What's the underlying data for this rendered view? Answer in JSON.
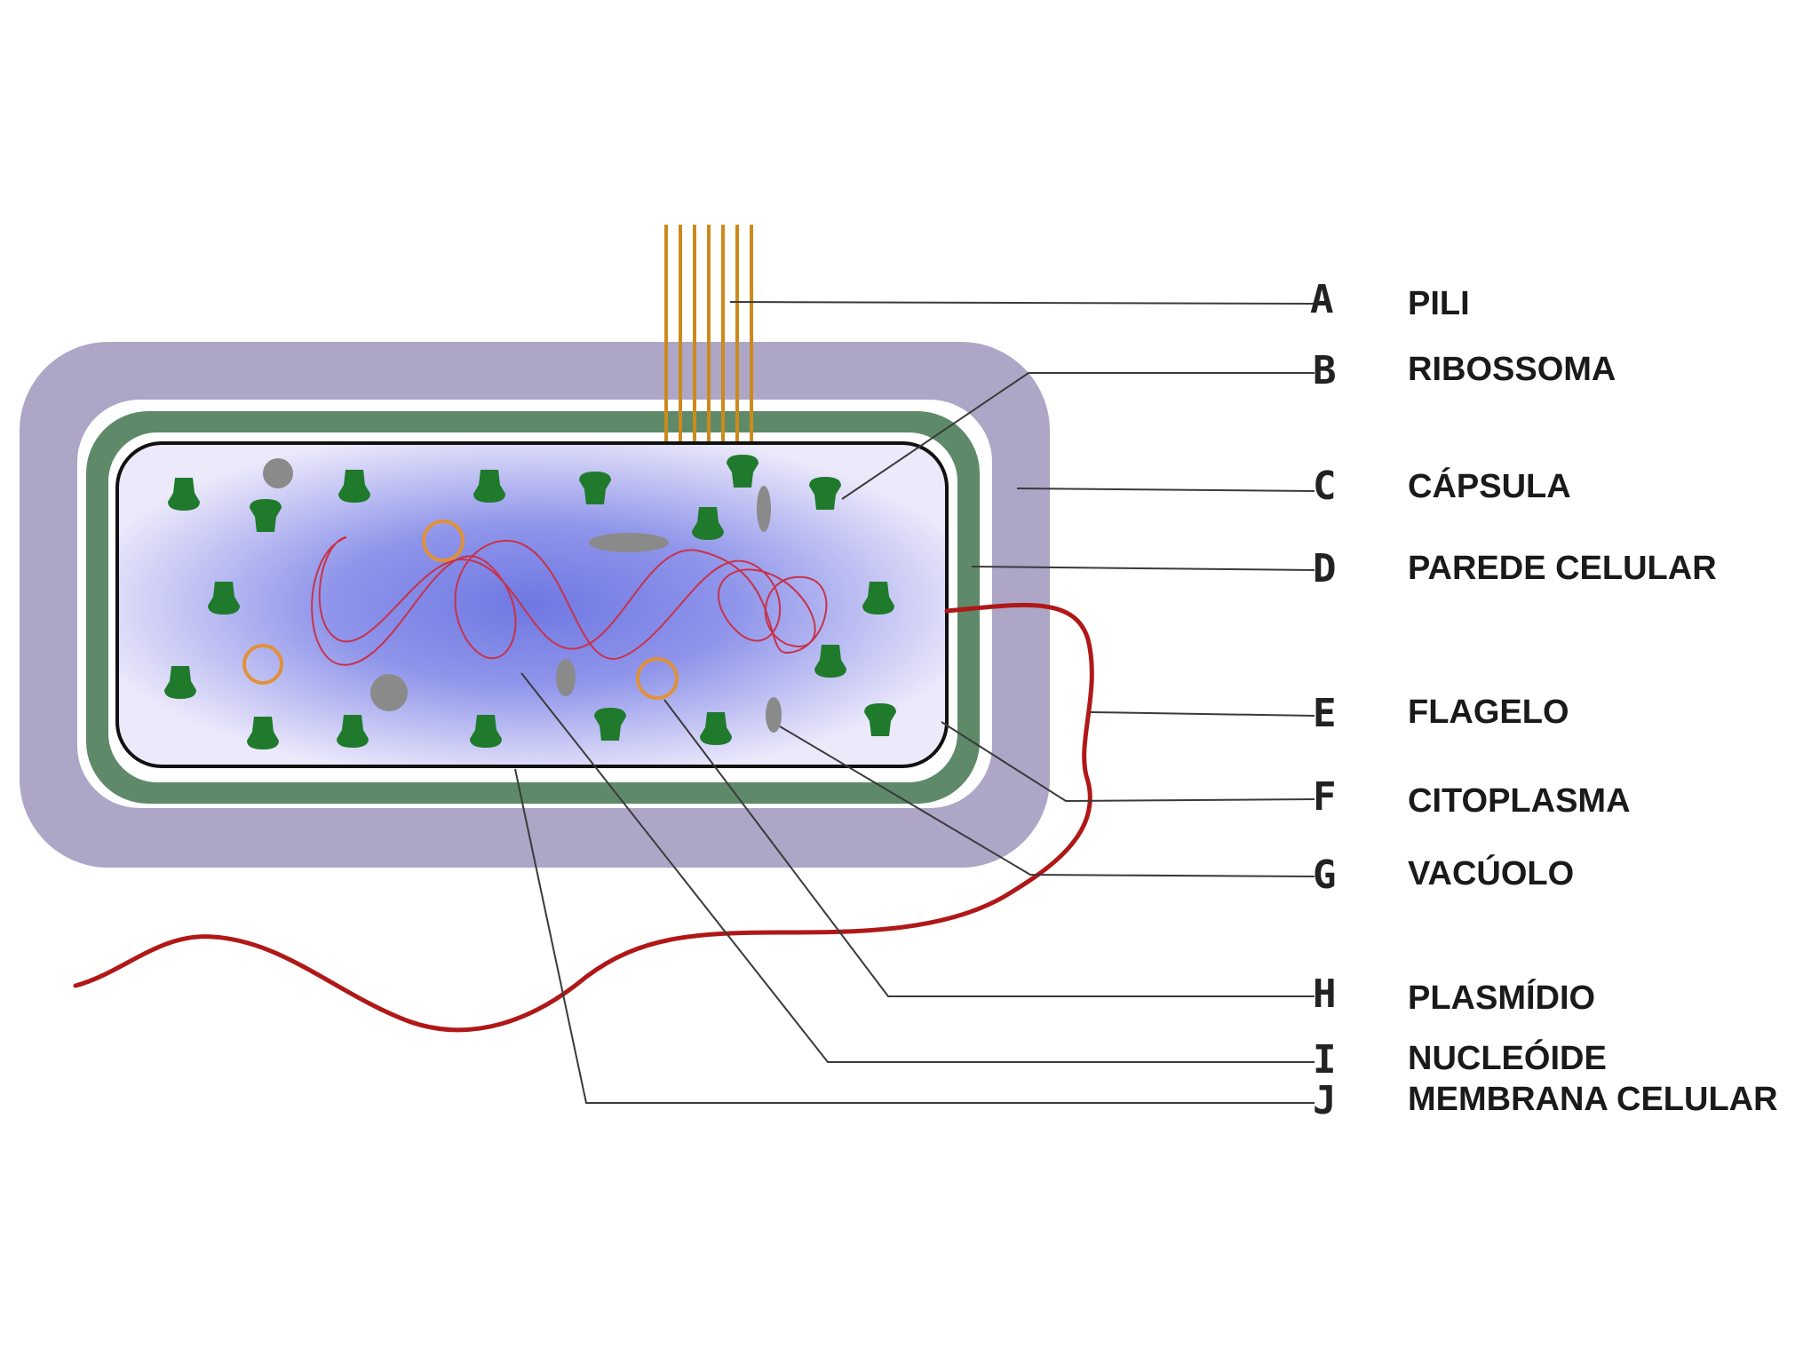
{
  "labels": [
    {
      "letter": "A",
      "name": "PILI"
    },
    {
      "letter": "B",
      "name": "RIBOSSOMA"
    },
    {
      "letter": "C",
      "name": "CÁPSULA"
    },
    {
      "letter": "D",
      "name": "PAREDE CELULAR"
    },
    {
      "letter": "E",
      "name": "FLAGELO"
    },
    {
      "letter": "F",
      "name": "CITOPLASMA"
    },
    {
      "letter": "G",
      "name": "VACÚOLO"
    },
    {
      "letter": "H",
      "name": "PLASMÍDIO"
    },
    {
      "letter": "I",
      "name": "NUCLEÓIDE"
    },
    {
      "letter": "J",
      "name": "MEMBRANA CELULAR"
    }
  ],
  "colors": {
    "capsule": "#ada6c7",
    "cell_wall": "#5e8a69",
    "membrane": "#111111",
    "cytoplasm_center": "#6f78e3",
    "cytoplasm_edge": "#ece9fb",
    "ribosome": "#1f7a2c",
    "vacuole": "#8a8a8a",
    "plasmid": "#e0913a",
    "nucleoid": "#c8324a",
    "flagellum": "#b01818",
    "pili": "#cc8a1c"
  }
}
